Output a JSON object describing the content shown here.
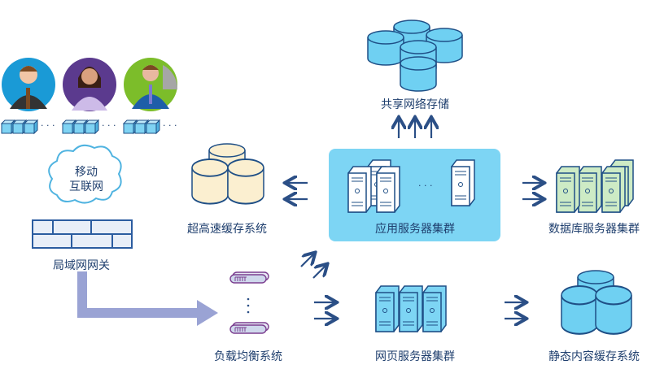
{
  "labels": {
    "shared_storage": "共享网络存储",
    "cache": "超高速缓存系统",
    "app_cluster": "应用服务器集群",
    "db_cluster": "数据库服务器集群",
    "mobile_line1": "移动",
    "mobile_line2": "互联网",
    "gateway": "局域网网关",
    "load_balancer": "负载均衡系统",
    "web_cluster": "网页服务器集群",
    "static_cache": "静态内容缓存系统"
  },
  "ellipsis": "· · ·",
  "colors": {
    "text": "#1f3f6e",
    "arrow": "#2b4f86",
    "app_panel": "#7dd5f4",
    "storage": "#6fd0f2",
    "cache": "#fbefd0",
    "db": "#cdebc5",
    "gateway_flow": "#9aa3d4"
  }
}
